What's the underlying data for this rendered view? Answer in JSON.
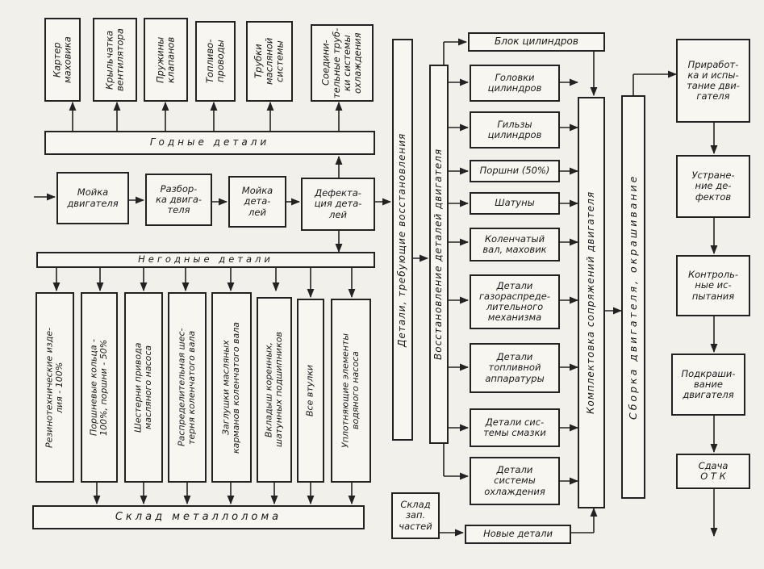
{
  "top_parts": [
    "Картер\nмаховика",
    "Крыльчатка\nвентилятора",
    "Пружины\nклапанов",
    "Топливо-\nпроводы",
    "Трубки\nмасляной\nсистемы",
    "Соедини-\nтельные труб-\nки системы\nохлаждения"
  ],
  "good_parts": "Годные детали",
  "process": [
    "Мойка\nдвигателя",
    "Разбор-\nка двига-\nтеля",
    "Мойка\nдета-\nлей",
    "Дефекта-\nция дета-\nлей"
  ],
  "bad_parts": "Негодные детали",
  "scrap_parts": [
    "Резинотехнические изде-\nлия - 100%",
    "Поршневые кольца -\n100%, поршни - 50%",
    "Шестерни привода\nмасляного насоса",
    "Распределительная шес-\nтерня коленчатого вала",
    "Заглушки масляных\nкарманов коленчатого вала",
    "Вкладыш коренных,\nшатунных подшипников",
    "Все втулки",
    "Уплотняющие элементы\nводяного насоса"
  ],
  "scrap_warehouse": "Склад металлолома",
  "repair_needed": "Детали, требующие восстановления",
  "restoration": "Восстановление деталей двигателя",
  "engine_block": "Блок цилиндров",
  "components": [
    "Головки\nцилиндров",
    "Гильзы\nцилиндров",
    "Поршни (50%)",
    "Шатуны",
    "Коленчатый\nвал, маховик",
    "Детали\nгазораспреде-\nлительного\nмеханизма",
    "Детали\nтопливной\nаппаратуры",
    "Детали сис-\nтемы смазки",
    "Детали\nсистемы\nохлаждения"
  ],
  "kitting": "Комплектовка сопряжений двигателя",
  "assembly": "Сборка двигателя, окрашивание",
  "spare_warehouse": "Склад\nзап.\nчастей",
  "new_parts": "Новые детали",
  "final_steps": [
    "Приработ-\nка и испы-\nтание дви-\nгателя",
    "Устране-\nние де-\nфектов",
    "Контроль-\nные ис-\nпытания",
    "Подкраши-\nвание\nдвигателя",
    "Сдача\nО Т К"
  ]
}
